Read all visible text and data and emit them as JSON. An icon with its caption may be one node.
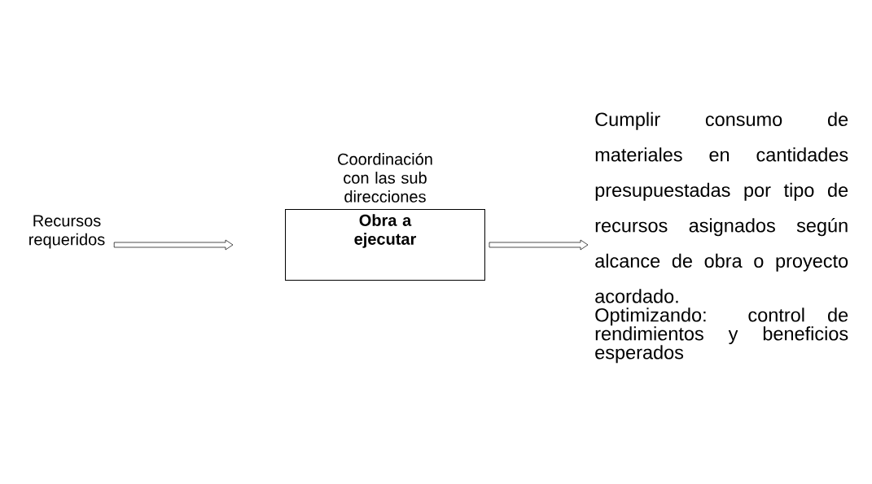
{
  "diagram": {
    "nodes": [
      {
        "text": [
          "Recursos requeridos"
        ]
      },
      {
        "text": [
          "Coordinación con las sub direcciones",
          "Obra a ejecutar"
        ]
      },
      {
        "text": [
          "Cumplir consumo de materiales en cantidades presupuestadas por tipo de recursos asignados según alcance de obra o proyecto acordado.",
          "Optimizando: control de rendimientos y beneficios esperados"
        ]
      }
    ],
    "edges": [
      {
        "from": 0,
        "to": 1,
        "arrow": "to"
      },
      {
        "from": 1,
        "to": 2,
        "arrow": "to"
      }
    ]
  }
}
